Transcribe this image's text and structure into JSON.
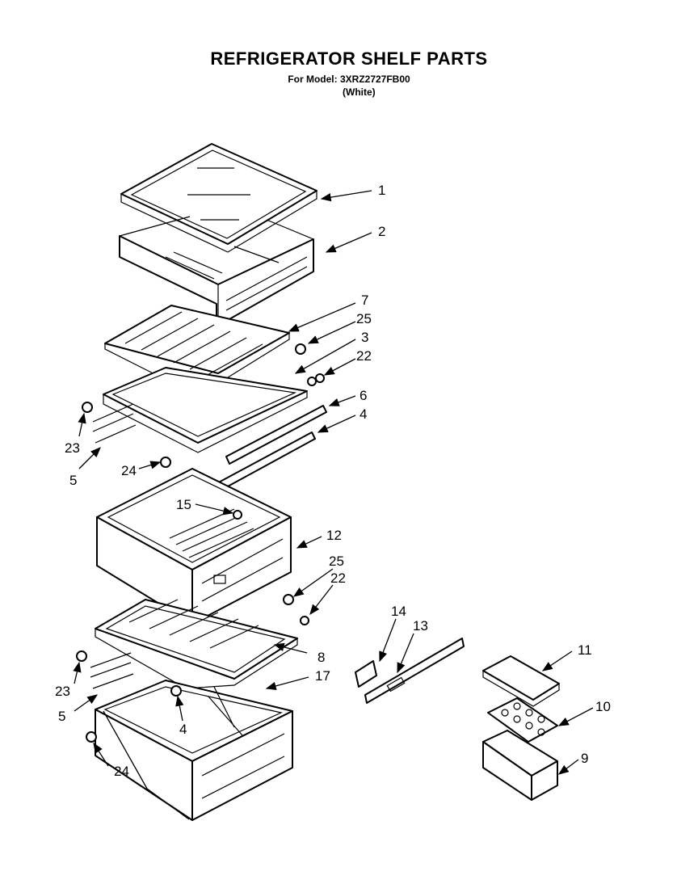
{
  "header": {
    "title": "REFRIGERATOR SHELF PARTS",
    "model_line": "For Model: 3XRZ2727FB00",
    "color_line": "(White)"
  },
  "callouts": [
    {
      "id": "c1",
      "label": "1"
    },
    {
      "id": "c2",
      "label": "2"
    },
    {
      "id": "c7",
      "label": "7"
    },
    {
      "id": "c25a",
      "label": "25"
    },
    {
      "id": "c3",
      "label": "3"
    },
    {
      "id": "c22a",
      "label": "22"
    },
    {
      "id": "c6",
      "label": "6"
    },
    {
      "id": "c4a",
      "label": "4"
    },
    {
      "id": "c23a",
      "label": "23"
    },
    {
      "id": "c24a",
      "label": "24"
    },
    {
      "id": "c5a",
      "label": "5"
    },
    {
      "id": "c15",
      "label": "15"
    },
    {
      "id": "c12",
      "label": "12"
    },
    {
      "id": "c25b",
      "label": "25"
    },
    {
      "id": "c22b",
      "label": "22"
    },
    {
      "id": "c14",
      "label": "14"
    },
    {
      "id": "c13",
      "label": "13"
    },
    {
      "id": "c11",
      "label": "11"
    },
    {
      "id": "c10",
      "label": "10"
    },
    {
      "id": "c9",
      "label": "9"
    },
    {
      "id": "c8",
      "label": "8"
    },
    {
      "id": "c17",
      "label": "17"
    },
    {
      "id": "c23b",
      "label": "23"
    },
    {
      "id": "c5b",
      "label": "5"
    },
    {
      "id": "c4b",
      "label": "4"
    },
    {
      "id": "c24b",
      "label": "24"
    }
  ]
}
